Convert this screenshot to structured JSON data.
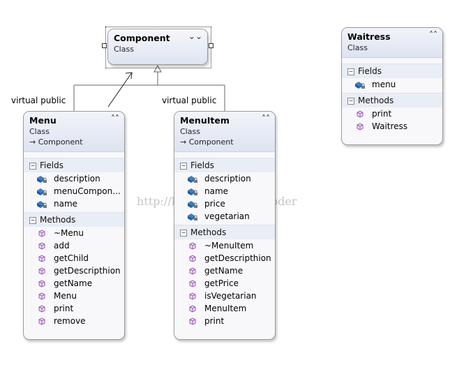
{
  "watermark": "http://blog.csdn.net/cgcoder",
  "edge_labels": {
    "left": "virtual public",
    "right": "virtual public"
  },
  "component": {
    "title": "Component",
    "stereotype": "Class"
  },
  "waitress": {
    "title": "Waitress",
    "stereotype": "Class",
    "fields_label": "Fields",
    "fields": [
      "menu"
    ],
    "methods_label": "Methods",
    "methods": [
      "print",
      "Waitress"
    ]
  },
  "menu": {
    "title": "Menu",
    "stereotype": "Class",
    "inherits": "Component",
    "fields_label": "Fields",
    "fields": [
      "description",
      "menuCompon...",
      "name"
    ],
    "methods_label": "Methods",
    "methods": [
      "~Menu",
      "add",
      "getChild",
      "getDescripthion",
      "getName",
      "Menu",
      "print",
      "remove"
    ]
  },
  "menuitem": {
    "title": "MenuItem",
    "stereotype": "Class",
    "inherits": "Component",
    "fields_label": "Fields",
    "fields": [
      "description",
      "name",
      "price",
      "vegetarian"
    ],
    "methods_label": "Methods",
    "methods": [
      "~MenuItem",
      "getDescripthion",
      "getName",
      "getPrice",
      "isVegetarian",
      "MenuItem",
      "print"
    ]
  }
}
